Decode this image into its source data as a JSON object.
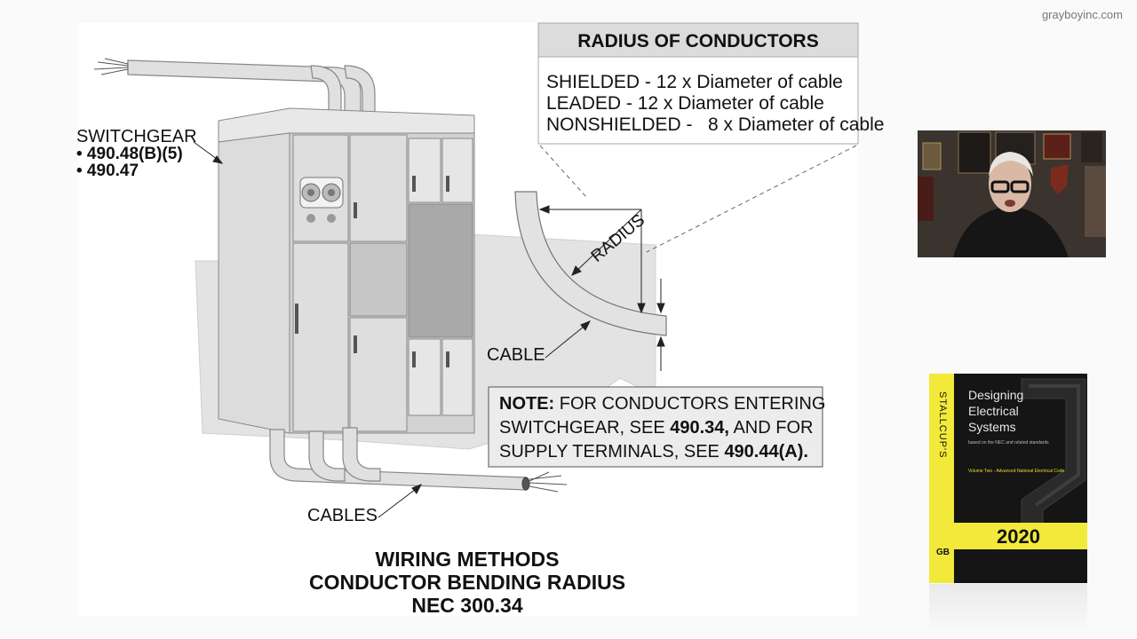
{
  "site_label": "grayboyinc.com",
  "diagram": {
    "radius_box": {
      "title": "RADIUS OF CONDUCTORS",
      "lines": [
        "SHIELDED - 12 x Diameter of cable",
        "LEADED - 12 x Diameter of cable",
        "NONSHIELDED -   8 x Diameter of cable"
      ]
    },
    "switchgear": {
      "label": "SWITCHGEAR",
      "refs": [
        "• 490.48(B)(5)",
        "• 490.47"
      ]
    },
    "radius_label": "RADIUS",
    "cable_label": "CABLE",
    "cables_label": "CABLES",
    "note": {
      "lead": "NOTE:",
      "t1": " FOR CONDUCTORS ENTERING",
      "t2": "SWITCHGEAR, SEE ",
      "b2": "490.34,",
      "t3": " AND FOR",
      "t4": "SUPPLY TERMINALS, SEE ",
      "b4": "490.44(A)."
    },
    "caption": [
      "WIRING METHODS",
      "CONDUCTOR BENDING RADIUS",
      "NEC 300.34"
    ]
  },
  "book": {
    "series": "STALLCUP'S",
    "title": [
      "Designing",
      "Electrical",
      "Systems"
    ],
    "subtitle": "based on the NEC and related standards",
    "volume": "Volume Two - Advanced National Electrical Code",
    "year": "2020",
    "logo": "GB"
  },
  "colors": {
    "accent_yellow": "#f2e93a",
    "panel_gray": "#dcdcdc",
    "shadow_gray": "#e4e4e4"
  }
}
